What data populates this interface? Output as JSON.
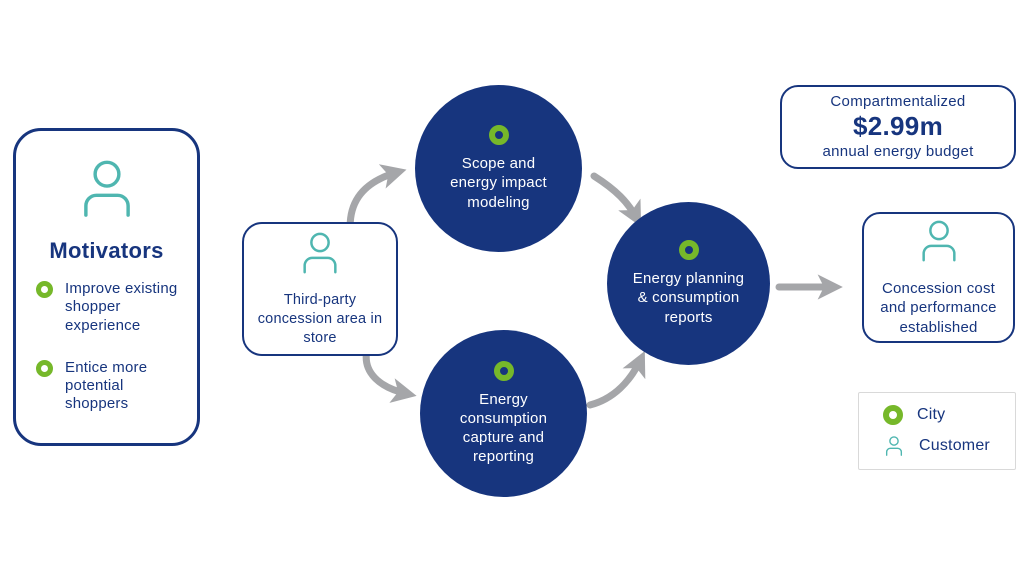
{
  "colors": {
    "dark_blue": "#17357E",
    "teal": "#4FB6B0",
    "green": "#76B82A",
    "arrow_gray": "#A5A6A9",
    "legend_border": "#D9D9D9",
    "white": "#FFFFFF"
  },
  "motivators": {
    "title": "Motivators",
    "items": [
      {
        "label": "Improve existing shopper experience"
      },
      {
        "label": "Entice more potential shoppers"
      }
    ]
  },
  "input_box": {
    "label": "Third-party concession area in store"
  },
  "circles": [
    {
      "label": "Scope and energy impact modeling"
    },
    {
      "label": "Energy consumption capture and reporting"
    },
    {
      "label": "Energy planning & consumption reports"
    }
  ],
  "budget_box": {
    "line1": "Compartmentalized",
    "amount": "$2.99m",
    "line2": "annual energy budget"
  },
  "outcome_box": {
    "label": "Concession cost and performance established"
  },
  "legend": {
    "items": [
      {
        "icon": "city-dot-icon",
        "label": "City"
      },
      {
        "icon": "customer-person-icon",
        "label": "Customer"
      }
    ]
  }
}
